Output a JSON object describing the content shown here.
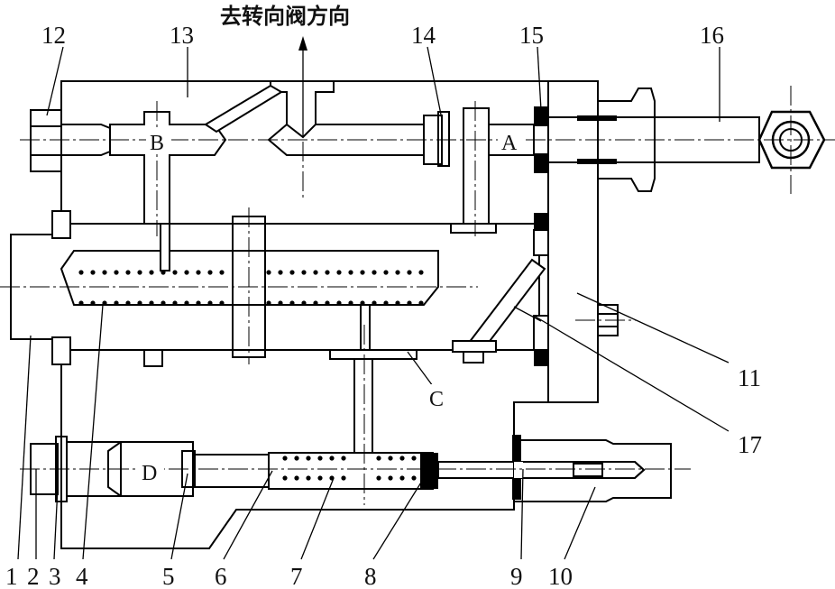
{
  "figure": {
    "direction_text": "去转向阀方向",
    "part_labels": [
      "1",
      "2",
      "3",
      "4",
      "5",
      "6",
      "7",
      "8",
      "9",
      "10",
      "11",
      "12",
      "13",
      "14",
      "15",
      "16",
      "17"
    ],
    "port_labels": [
      "A",
      "B",
      "C",
      "D"
    ]
  }
}
